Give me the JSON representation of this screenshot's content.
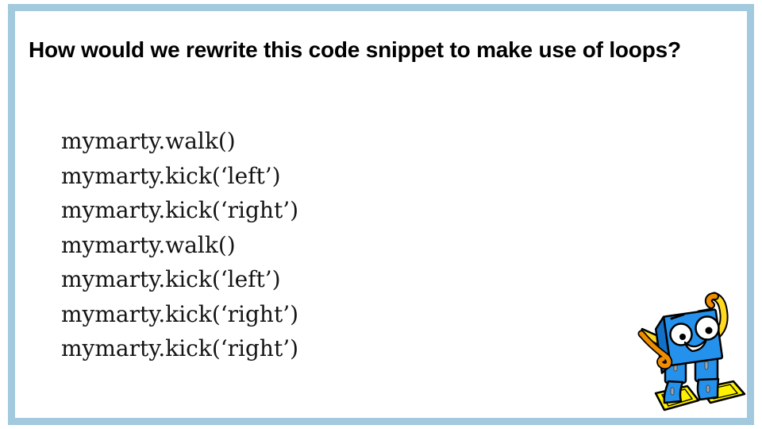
{
  "slide": {
    "title": "How would we rewrite this code snippet to make use of loops?",
    "code_lines": [
      "mymarty.walk()",
      "mymarty.kick(‘left’)",
      "mymarty.kick(‘right’)",
      "mymarty.walk()",
      "mymarty.kick(‘left’)",
      "mymarty.kick(‘right’)",
      "mymarty.kick(‘right’)"
    ],
    "robot": {
      "name": "marty-the-robot",
      "description": "blue cartoon robot mascot waving with yellow curly arms and yellow feet"
    },
    "colors": {
      "background": "#ffffff",
      "frame_border": "#a2c9dd",
      "title_text": "#000000",
      "code_text": "#141414",
      "robot_blue": "#2492ec",
      "robot_blue_dark": "#1270c8",
      "robot_arm_yellow": "#ffd91f",
      "robot_arm_orange": "#f08c00",
      "robot_feet_yellow": "#fff200",
      "robot_outline": "#000000"
    }
  }
}
